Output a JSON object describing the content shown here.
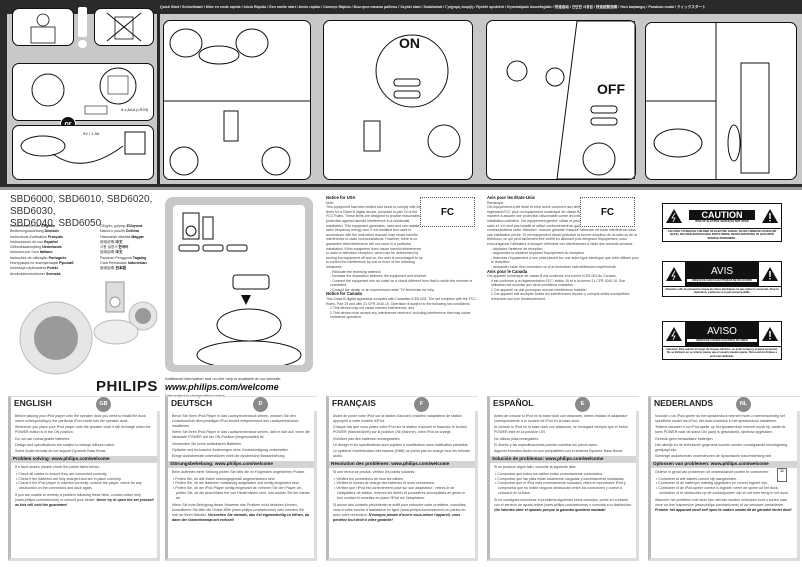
{
  "header": {
    "quick_start": "Quick Start / Schnellstart / Mise en route rapide / Inicio Rápido / Een snelle start / Avvio rapido / Começo Rápido / Быстрое начало работы / Szybki start / Snabbstart / Γρήγορη έναρξη / Rychlé spuštění / Gyorstalpaló összefoglaló / 快速启动 / 간단한 사용법 / 快速啟動指南 / Hızlı başlangıç / Panduan mulai / クイックスタート"
  },
  "illustrations": {
    "or_label": "or",
    "battery_label": "6 x AAA (LR03)",
    "power_label": "9V / 1.5A",
    "on_label": "ON",
    "off_label": "OFF",
    "off_switch": "OFF ON",
    "volume_switch": "VOLUME"
  },
  "product": {
    "models_line1": "SBD6000, SBD6010, SBD6020, SBD6030,",
    "models_line2": "SBD6040, SBD6050",
    "languages_col1": [
      {
        "label": "Instructions for use",
        "lang": "English"
      },
      {
        "label": "Bedienungsanleitung",
        "lang": "Deutsch"
      },
      {
        "label": "Instructions d'utilisation",
        "lang": "Français"
      },
      {
        "label": "Instrucciones de uso",
        "lang": "Español"
      },
      {
        "label": "Gebruiksaanwijzing",
        "lang": "Nederlands"
      },
      {
        "label": "Istruzioni per l'uso",
        "lang": "Italiano"
      },
      {
        "label": "Instruções de utilização",
        "lang": "Português"
      },
      {
        "label": "Инструкция по эксплуатации",
        "lang": "Pусский"
      },
      {
        "label": "Instrukcja użytkowania",
        "lang": "Polski"
      },
      {
        "label": "Användarinstruktioner",
        "lang": "Svenska"
      }
    ],
    "languages_col2": [
      {
        "label": "Οδηγίες χρήσης",
        "lang": "Ελληνικά"
      },
      {
        "label": "Návod k použití",
        "lang": "Čeština"
      },
      {
        "label": "Használati utasítás",
        "lang": "Magyar"
      },
      {
        "label": "使用说明",
        "lang": "中文"
      },
      {
        "label": "사용 설명서",
        "lang": "한국어"
      },
      {
        "label": "使用說明",
        "lang": "中文"
      },
      {
        "label": "Panduan Pengguna",
        "lang": "Tagalog"
      },
      {
        "label": "Cara Pemakaian",
        "lang": "Indonesian"
      },
      {
        "label": "使用說明",
        "lang": "日本語"
      }
    ],
    "additional_info": "Additional information and on-line help is available at our website:",
    "website": "www.philips.com/welcome",
    "data_subject": "Data subject to change without notice.",
    "brand": "PHILIPS"
  },
  "notice_usa": {
    "title": "Notice for USA",
    "note": "Note",
    "fcc": "FC",
    "body": "This equipment has been tested and found to comply with the limits for a Class B digital device, pursuant to part 15 of the FCC Rules. These limits are designed to provide reasonable protection against harmful interference in a residential installation. This equipment generates, uses and can radiate radio frequency energy and, if not installed and used in accordance with the instruction manual, may cause harmful interference to radio communications. However, there is no guarantee that interference will not occur in a particular installation. If this equipment does cause harmful interference to radio or television reception, which can be determined by turning the equipment off and on, the user is encouraged to try to correct the interference by one or more of the following measures:",
    "bullets": [
      "Relocate the receiving antenna.",
      "Increase the separation between the equipment and receiver.",
      "Connect the equipment into an outlet on a circuit different from that to which the receiver is connected.",
      "Consult the dealer or an experienced radio/ TV technician for help."
    ],
    "canada_title": "Notice for Canada",
    "canada_body": "This Class B digital apparatus complies with Canadian ICES-003. The set complies with the FCC-Rules, Part 15 and with 21 CFR 1040.10. Operation is subject to the following two conditions:",
    "canada_items": [
      "1 This device may not cause harmful interference, and",
      "2 This device must accept any interference received, including interference that may cause undesired operation."
    ]
  },
  "notice_fr": {
    "title": "Avis pour les États-Unis",
    "note": "Remarque",
    "fcc": "FC",
    "body": "Cet équipement a été testé et s'est avéré conforme aux limites définies dans l'article 15 du règlement FCC pour un équipement numérique de classe B. Ces limites ont été déterminées de manière à assurer une protection raisonnable contre les interférences nuisibles dans une installation collective. Cet équipement génère, utilise et peut émettre des énergies de fréquence radio et, s'il n'est pas installé et utilisé conformément au guide d'utilisation, perturber les communications radio. Attention : aucune garantie n'assure l'absence de toute interférence dans une installation privée. Si cet équipement devait perturber la bonne réception de la radio ou de la télévision, ce qui peut facilement être vérifié en allumant puis éteignant l'équipement, nous encourageons l'utilisateur à essayer d'éliminer ces interférences à l'aide des conseils suivants :",
    "bullets": [
      "déplacez l'antenne de réception.",
      "augmentez la distance séparant l'équipement du récepteur.",
      "branchez l'équipement à une prise placée sur une autre ligne électrique que celle utilisée pour le récepteur.",
      "demander l'aide d'un revendeur ou d'un technicien radio/télévision expérimenté."
    ],
    "canada_title": "Avis pour le Canada",
    "canada_body": "Cet appareil numérique de classe B est conforme à la norme ICES-003 du Canada.",
    "canada_items": [
      "Il est conforme à la réglementation FCC, article 15 et à la norme 21 CFR 1040.10. Son utilisation est soumise aux deux conditions suivantes :",
      "1 Cet appareil ne doit provoquer aucune interférence nuisible.",
      "2 Cet appareil doit accepter toutes les interférences reçues, y compris celles susceptibles d'entraver son bon fonctionnement."
    ]
  },
  "warnings": [
    {
      "title": "CAUTION",
      "sub": "RISK OF ELECTRIC SHOCK DO NOT OPEN",
      "foot": "CAUTION: TO REDUCE THE RISK OF ELECTRIC SHOCK, DO NOT REMOVE COVER (OR BACK). NO USER-SERVICEABLE PARTS INSIDE. REFER SERVICING TO QUALIFIED SERVICE PERSONNEL."
    },
    {
      "title": "AVIS",
      "sub": "RISQUE DE CHOCS ÉLECTRIQUES NE PAS OUVRIR",
      "foot": "Attention: afin de prévenir le risque de chocs électriques ne pas retirer le couvercle. Pour la réparation, s'adresser à un personnel qualifié."
    },
    {
      "title": "AVISO",
      "sub": "RIESGO DE CHOQUE ELÉCTRICO NO ABRIR",
      "foot": "Atención: Para reducir el riesgo de choque eléctrico, no quite la tapa (o el panel posterior). No se incluyen en su interior piezas que el usuario pueda reparar. Para servicio diríjase a personal calificado."
    }
  ],
  "languages": [
    {
      "name": "ENGLISH",
      "badge": "GB",
      "paragraphs": [
        "Before placing your iPod player onto the speaker dock you need to install the dock insert corresponding to the particular iPod model into the speaker dock.",
        "Whenever you place your iPod player onto the speaker dock it will recharge when the POWER button is in the ON position.",
        "Do not use rechargeable batteries.",
        "Design and specifications are subject to change without notice.",
        "Some Audio formats do not support Dynamic Bass Boost"
      ],
      "problem_title": "Problem solving: www.philips.com/welcome",
      "problem_intro": "If a fault occurs, please check the points listed below:",
      "problem_items": [
        "Check all cables to ensure they are connected correctly.",
        "Check if the batteries are fully charged and are in place correctly.",
        "Check if the iPod player is inserted correctly; undock the player, check for any obstruction on the connectors and dock again."
      ],
      "closing": "If you are unable to remedy a problem following these hints, contact online help (www.philips.com/welcome) or consult your dealer.",
      "warning": "Never try to open the set yourself as this will void the guarantee!"
    },
    {
      "name": "DEUTSCH",
      "badge": "D",
      "paragraphs": [
        "Bevor Sie Ihren iPod-Player in das Lautsprecherdock setzen, müssen Sie den Dockeinschub dem jeweiligen iPod-Modell entsprechend ans Lautsprecherdock installieren.",
        "Wenn Sie Ihren iPod-Player in das Lautsprecherdock setzen, lädt er sich auf, wenn die Netztaste POWER auf der ON-Position (eingeschaltet) ist.",
        "Verwenden Sie keine aufladbaren Batterien.",
        "Optische und technische Änderungen ohne Vorankündigung vorbehalten.",
        "Einige Audioformate unterstützen nicht die dynamische Bassanhebung."
      ],
      "problem_title": "Störungsbehebung: www.philips.com/welcome",
      "problem_intro": "Beim Auftreten einer Störung prüfen Sie bitte die im Folgenden angeführten Punkte:",
      "problem_items": [
        "Prüfen Sie, ob alle Kabel ordnungsgemäß angeschlossen sind.",
        "Prüfen Sie, ob die Batterien vollständig aufgeladen und richtig eingesetzt sind.",
        "Prüfen Sie, ob der iPod-Player richtig eingesetzt ist; nehmen Sie den Player ab, prüfen Sie, ob die Anschlüsse frei von Hindernissen sind, und docken Sie ihn wieder an."
      ],
      "closing": "Wenn Sie trotz Befolgung dieser Hinweise das Problem nicht beheben können, konsultieren Sie bitte die Online-Hilfe (www.philips.com/welcome) oder wenden Sie sich an Ihren Händler.",
      "warning": "Versuchen Sie niemals, das Set eigenmächtig zu öffnen, da dann der Garantieanspruch erlischt!"
    },
    {
      "name": "FRANÇAIS",
      "badge": "F",
      "paragraphs": [
        "Avant de poser votre iPod sur la station d'accueil, installez l'adaptateur de station approprié à votre modèle d'iPod.",
        "Chaque fois que vous posez votre iPod sur la station d'accueil et basculez le bouton POWER (Marche/Arrêt) sur la position ON (Marche), votre iPod se charge.",
        "N'utilisez pas des batteries rechargeables.",
        "Le design et les spécifications sont sujettes à modification sans notification préalable.",
        "Le système d'amélioration des basses (DBB) ne prend pas en charge tous les formats audio."
      ],
      "problem_title": "Résolution des problèmes: www.philips.com/welcome",
      "problem_intro": "Si une erreur se produit, vérifiez les points suivants :",
      "problem_items": [
        "Vérifiez les connexions de tous les câbles.",
        "Vérifiez le niveau de charge des batteries et leurs connexions.",
        "Vérifiez que l'iPod est correctement posé sur son adaptateur : retirez-le de l'adaptateur de station, enlevez les débris et poussières susceptibles de gêner le bon contact et remettez en place l'iPod sur l'adaptateur."
      ],
      "closing": "Si aucun des conseils précédents ne suffit pour résoudre votre problème, consultez-vous à notre service d'assistance en ligne (www.philips.com/welcome) ou parlez-en avec votre revendeur.",
      "warning": "N'essayez jamais d'ouvrir vous-même l'appareil, vous perdriez tout droit à votre garantie!"
    },
    {
      "name": "ESPAÑOL",
      "badge": "E",
      "paragraphs": [
        "Antes de colocar tu iPod en la base dock con altavoces, debes instalar el adaptador correspondiente a tu modelo de iPod en la base dock.",
        "Al colocar tu iPod en la base dock con altavoces, se recargará siempre que el botón POWER esté en la posición ON.",
        "No utilizar pilas recargables.",
        "El diseño y las especificaciones pueden cambiar sin previo aviso.",
        "Algunos formatos Audio no son compatibles con el sistema Dynamic Bass Boost."
      ],
      "problem_title": "Solución de problemas: www.philips.com/welcome",
      "problem_intro": "Si se produce algún fallo, consulte la siguiente lista:",
      "problem_items": [
        "Comprobar que todos los cables están correctamente conectados.",
        "Comprobar que las pilas están totalmente cargadas y correctamente instaladas.",
        "Comprobar que el iPod está correctamente colocado; retira el reproductor iPod y comprueba que no existe ninguna obstrucción entre los conectores y vuelve a colocarlo en la base."
      ],
      "closing": "Si no consigues solucionar el problema siguiendo estos consejos, ponte en contacto con el servicio de ayuda online (www.philips.com/welcome) o consulta a tu distribuidor.",
      "warning": "¡No intentes abrir el aparato porque la garantía quedaría anulada!"
    },
    {
      "name": "NEDERLANDS",
      "badge": "NL",
      "paragraphs": [
        "Voordat u uw iPod-speler op het speakerdock neerzet moet u overeenkomstig het specifieke model van iPod, het dock-inzetstuk in het speakerdock installeren.",
        "Telkens wanneer u uw iPod-speler op het speakerdock neerzet wordt hij, nadat de toets POWER naar de stand ON (aan) is geschakeld, opnieuw opgeladen.",
        "Gebruik geen herlaadbare batterijen.",
        "Het uiterlijk en de technische gegevens kunnen zonder voorafgaande kennisgeving gewijzigd zijn.",
        "Sommige audioformats ondersteunen de dynamische basversterking niet."
      ],
      "problem_title": "Oplossen van problemen: www.philips.com/welcome",
      "problem_intro": "Gelieve in geval van problemen de onderstaande punten te controleren:",
      "problem_items": [
        "Controleer of alle kabels correct zijn aangesloten.",
        "Controleer of de batterijen volledig opgeladen en correct ingezet zijn.",
        "Controleer of de iPod-speler correct is ingezet; neem de speler uit het dock, controleer of er obstructies op de contactpunten zijn en zet hem terug in het dock."
      ],
      "closing": "Wanneer het probleem met deze tips niet kan worden verholpen kunt u surfen naar onze on-line hulpservice (www.philips.com/welcome) of uw verkoper contacteren.",
      "warning": "Probeer het apparaat nooit zelf open te maken omdat dit de garantie teniet doet!"
    }
  ]
}
